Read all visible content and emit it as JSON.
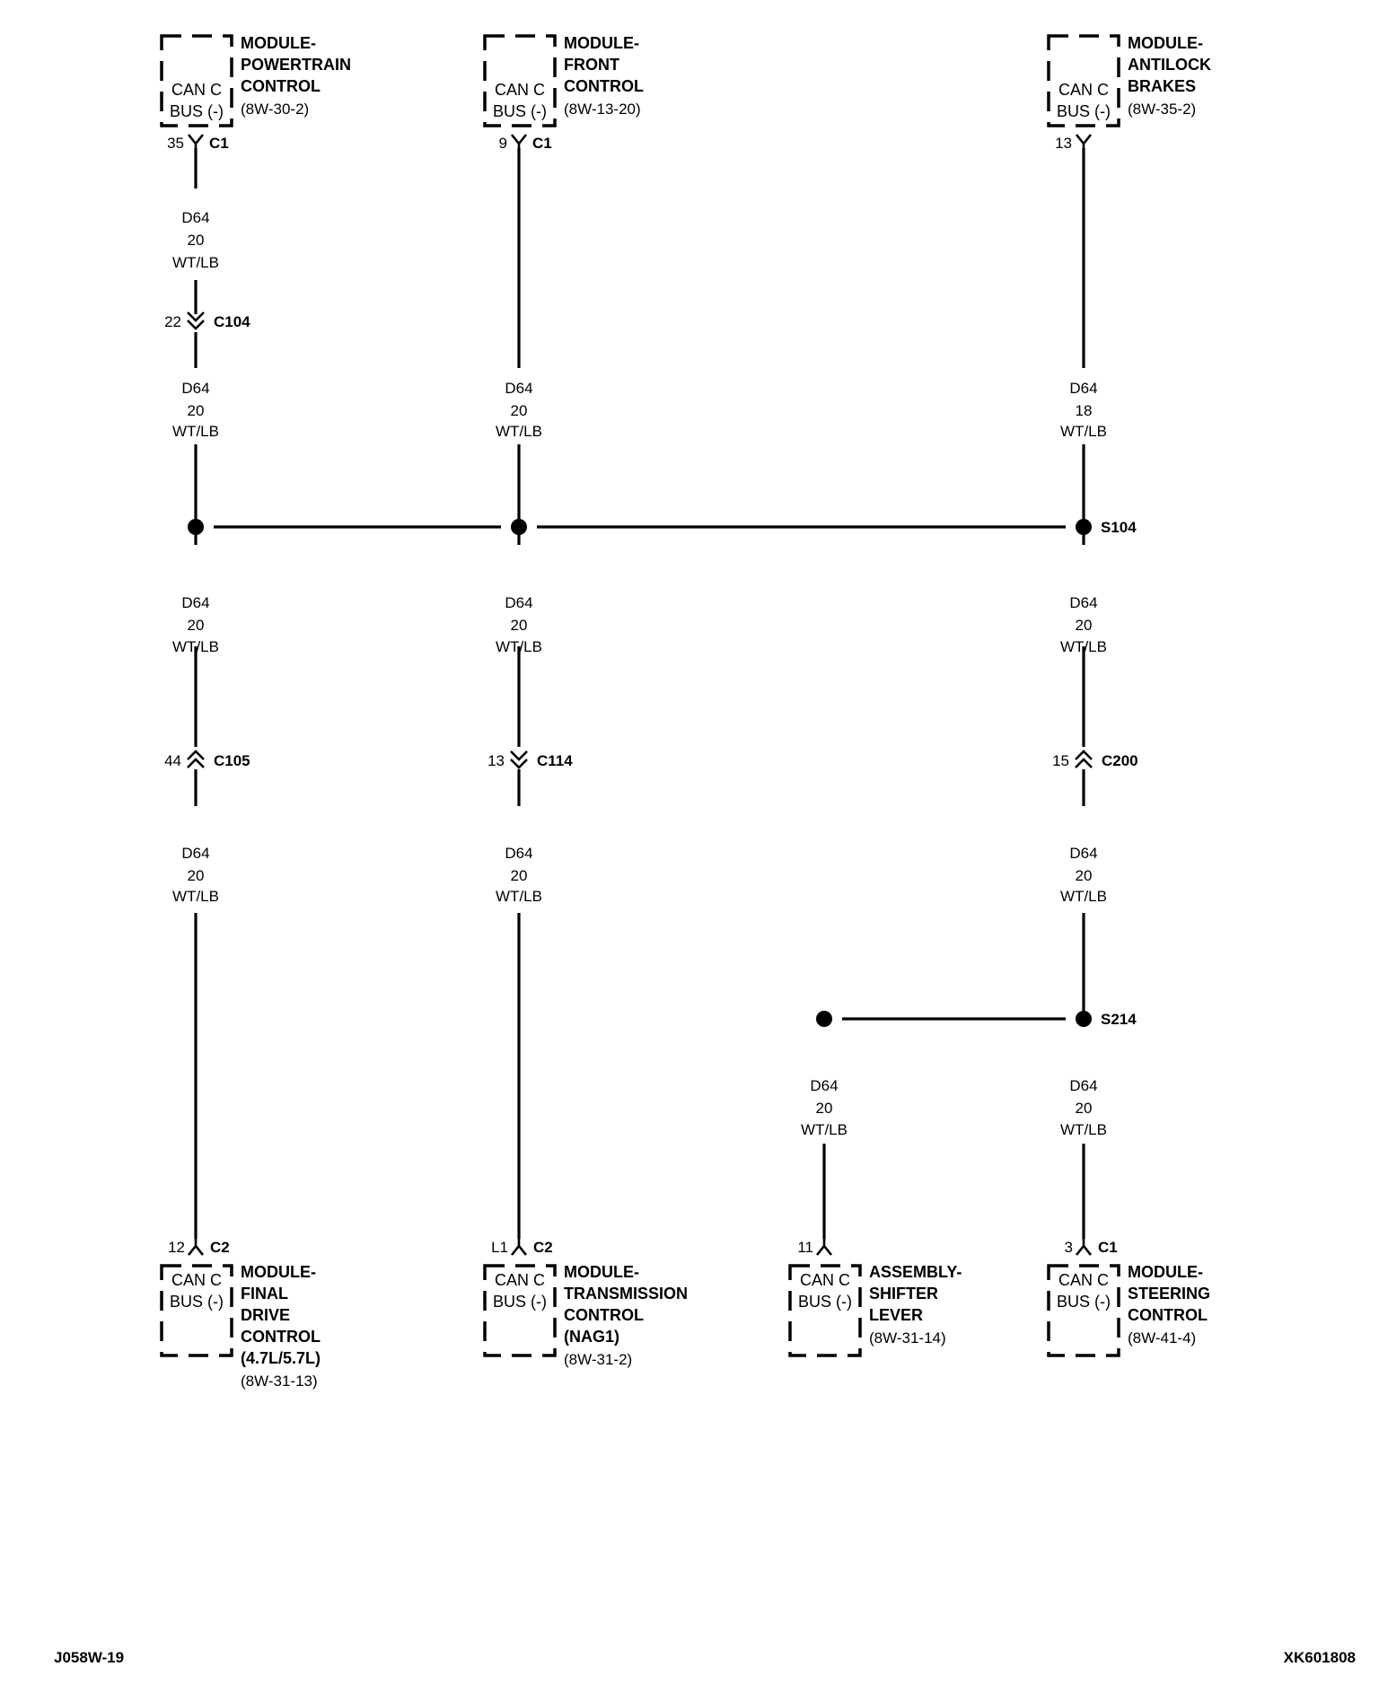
{
  "modules": [
    {
      "id": "m-pcm",
      "kind": "top",
      "pin": "35",
      "connector": "C1",
      "box_lines": [
        "CAN C",
        "BUS (-)"
      ],
      "name_lines": [
        "MODULE-",
        "POWERTRAIN",
        "CONTROL"
      ],
      "ref": "(8W-30-2)"
    },
    {
      "id": "m-fcm",
      "kind": "top",
      "pin": "9",
      "connector": "C1",
      "box_lines": [
        "CAN C",
        "BUS (-)"
      ],
      "name_lines": [
        "MODULE-",
        "FRONT",
        "CONTROL"
      ],
      "ref": "(8W-13-20)"
    },
    {
      "id": "m-abs",
      "kind": "top",
      "pin": "13",
      "connector": "",
      "box_lines": [
        "CAN C",
        "BUS (-)"
      ],
      "name_lines": [
        "MODULE-",
        "ANTILOCK",
        "BRAKES"
      ],
      "ref": "(8W-35-2)"
    },
    {
      "id": "m-fdcm",
      "kind": "bottom",
      "pin": "12",
      "connector": "C2",
      "box_lines": [
        "CAN C",
        "BUS (-)"
      ],
      "name_lines": [
        "MODULE-",
        "FINAL",
        "DRIVE",
        "CONTROL",
        "(4.7L/5.7L)"
      ],
      "ref": "(8W-31-13)"
    },
    {
      "id": "m-tcm",
      "kind": "bottom",
      "pin": "L1",
      "connector": "C2",
      "box_lines": [
        "CAN C",
        "BUS (-)"
      ],
      "name_lines": [
        "MODULE-",
        "TRANSMISSION",
        "CONTROL",
        "(NAG1)"
      ],
      "ref": "(8W-31-2)"
    },
    {
      "id": "m-shift",
      "kind": "bottom",
      "pin": "11",
      "connector": "",
      "box_lines": [
        "CAN C",
        "BUS (-)"
      ],
      "name_lines": [
        "ASSEMBLY-",
        "SHIFTER",
        "LEVER"
      ],
      "ref": "(8W-31-14)"
    },
    {
      "id": "m-scm",
      "kind": "bottom",
      "pin": "3",
      "connector": "C1",
      "box_lines": [
        "CAN C",
        "BUS (-)"
      ],
      "name_lines": [
        "MODULE-",
        "STEERING",
        "CONTROL"
      ],
      "ref": "(8W-41-4)"
    }
  ],
  "wire_labels": [
    {
      "id": "w1",
      "lines": [
        "D64",
        "20",
        "WT/LB"
      ]
    },
    {
      "id": "w2",
      "lines": [
        "D64",
        "20",
        "WT/LB"
      ]
    },
    {
      "id": "w3",
      "lines": [
        "D64",
        "20",
        "WT/LB"
      ]
    },
    {
      "id": "w4",
      "lines": [
        "D64",
        "18",
        "WT/LB"
      ]
    },
    {
      "id": "w5",
      "lines": [
        "D64",
        "20",
        "WT/LB"
      ]
    },
    {
      "id": "w6",
      "lines": [
        "D64",
        "20",
        "WT/LB"
      ]
    },
    {
      "id": "w7",
      "lines": [
        "D64",
        "20",
        "WT/LB"
      ]
    },
    {
      "id": "w8",
      "lines": [
        "D64",
        "20",
        "WT/LB"
      ]
    },
    {
      "id": "w9",
      "lines": [
        "D64",
        "20",
        "WT/LB"
      ]
    },
    {
      "id": "w10",
      "lines": [
        "D64",
        "20",
        "WT/LB"
      ]
    },
    {
      "id": "w11",
      "lines": [
        "D64",
        "20",
        "WT/LB"
      ]
    },
    {
      "id": "w12",
      "lines": [
        "D64",
        "20",
        "WT/LB"
      ]
    }
  ],
  "inline_connectors": [
    {
      "id": "c104",
      "pin": "22",
      "name": "C104"
    },
    {
      "id": "c105",
      "pin": "44",
      "name": "C105"
    },
    {
      "id": "c114",
      "pin": "13",
      "name": "C114"
    },
    {
      "id": "c200",
      "pin": "15",
      "name": "C200"
    }
  ],
  "splices": [
    {
      "id": "s104",
      "name": "S104"
    },
    {
      "id": "s214",
      "name": "S214"
    }
  ],
  "footer": {
    "left": "J058W-19",
    "right": "XK601808"
  }
}
